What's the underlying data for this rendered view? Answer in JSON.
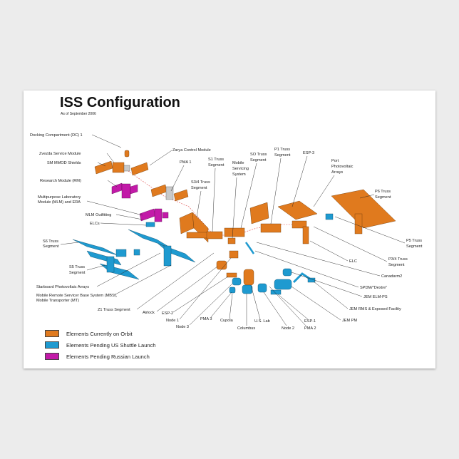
{
  "title": "ISS Configuration",
  "subtitle": "As of September 2006",
  "colors": {
    "on_orbit": "#e07a1e",
    "us_shuttle": "#1e9ad0",
    "russian": "#c21aa8"
  },
  "legend": [
    {
      "label": "Elements Currently on Orbit",
      "color": "#e07a1e"
    },
    {
      "label": "Elements Pending US Shuttle Launch",
      "color": "#1e9ad0"
    },
    {
      "label": "Elements Pending Russian Launch",
      "color": "#c21aa8"
    }
  ],
  "labels": {
    "docking_compartment": "Docking Compartment (DC) 1",
    "zvezda": "Zvezda Service Module",
    "sm_mmod": "SM MMOD Shields",
    "research_module": "Research Module (RM)",
    "mlm_line1": "Multipurpose Laboratory",
    "mlm_line2": "Module (MLM) and ERA",
    "mlm_outfitting": "MLM Outfitting",
    "elcs": "ELCs",
    "s6_line1": "S6 Truss",
    "s6_line2": "Segment",
    "s5_line1": "S5 Truss",
    "s5_line2": "Segment",
    "starboard_pv": "Starboard Photovoltaic Arrays",
    "mbs_line1": "Mobile Remote Servicer Base System (MBS),",
    "mbs_line2": "Mobile Transporter (MT)",
    "z1": "Z1 Truss Segment",
    "airlock": "Airlock",
    "esp2": "ESP-2",
    "node1": "Node 1",
    "node3": "Node 3",
    "pma3": "PMA 3",
    "cupola": "Cupola",
    "columbus": "Columbus",
    "us_lab": "U.S. Lab",
    "node2": "Node 2",
    "esp1": "ESP-1",
    "pma2": "PMA 2",
    "zarya": "Zarya Control Module",
    "pma1": "PMA 1",
    "s34_line1": "S3/4 Truss",
    "s34_line2": "Segment",
    "s1_line1": "S1 Truss",
    "s1_line2": "Segment",
    "mss_line1": "Mobile",
    "mss_line2": "Servicing",
    "mss_line3": "System",
    "s0_line1": "SO Truss",
    "s0_line2": "Segment",
    "p1_line1": "P1 Truss",
    "p1_line2": "Segment",
    "esp3": "ESP-3",
    "port_pv_line1": "Port",
    "port_pv_line2": "Photovoltaic",
    "port_pv_line3": "Arrays",
    "p6_line1": "P6 Truss",
    "p6_line2": "Segment",
    "p5_line1": "P5 Truss",
    "p5_line2": "Segment",
    "p34_line1": "P3/4 Truss",
    "p34_line2": "Segment",
    "elc": "ELC",
    "canadarm2": "Canadarm2",
    "spdm": "SPDM/\"Dextre\"",
    "jem_elm": "JEM ELM-PS",
    "jem_rms": "JEM RMS & Exposed Facility",
    "jem_pm": "JEM PM"
  }
}
